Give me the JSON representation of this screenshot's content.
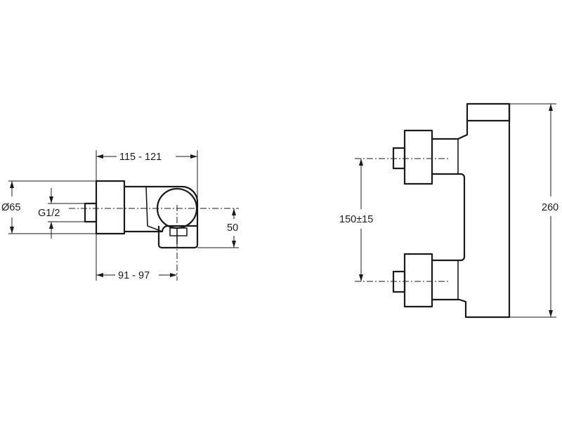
{
  "dimensions": {
    "diameter": "Ø65",
    "thread": "G1/2",
    "depth_overall": "115 - 121",
    "depth_to_outlet": "91 - 97",
    "outlet_drop": "50",
    "inlet_spacing": "150±15",
    "height": "260"
  }
}
